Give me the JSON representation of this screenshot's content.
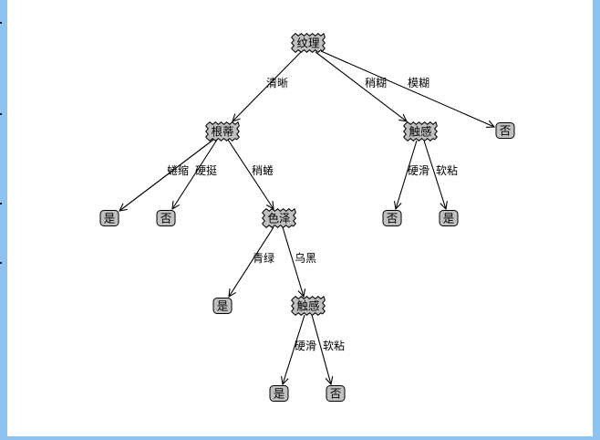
{
  "colors": {
    "window_frame": "#8fc3ef",
    "canvas": "#ffffff",
    "node_fill": "#c0c0c0",
    "stroke": "#000000"
  },
  "tree": {
    "nodes": [
      {
        "id": "root",
        "label": "纹理",
        "kind": "decision"
      },
      {
        "id": "n_gendi",
        "label": "根蒂",
        "kind": "decision"
      },
      {
        "id": "n_chugan1",
        "label": "触感",
        "kind": "decision"
      },
      {
        "id": "leaf_mohu",
        "label": "否",
        "kind": "leaf"
      },
      {
        "id": "leaf_quansuo",
        "label": "是",
        "kind": "leaf"
      },
      {
        "id": "leaf_yingting",
        "label": "否",
        "kind": "leaf"
      },
      {
        "id": "n_seze",
        "label": "色泽",
        "kind": "decision"
      },
      {
        "id": "leaf_yinghua1",
        "label": "否",
        "kind": "leaf"
      },
      {
        "id": "leaf_ruannian1",
        "label": "是",
        "kind": "leaf"
      },
      {
        "id": "leaf_qinglv",
        "label": "是",
        "kind": "leaf"
      },
      {
        "id": "n_chugan2",
        "label": "触感",
        "kind": "decision"
      },
      {
        "id": "leaf_yinghua2",
        "label": "是",
        "kind": "leaf"
      },
      {
        "id": "leaf_ruannian2",
        "label": "否",
        "kind": "leaf"
      }
    ],
    "edges": [
      {
        "from": "root",
        "to": "n_gendi",
        "label": "清晰"
      },
      {
        "from": "root",
        "to": "n_chugan1",
        "label": "稍糊"
      },
      {
        "from": "root",
        "to": "leaf_mohu",
        "label": "模糊"
      },
      {
        "from": "n_gendi",
        "to": "leaf_quansuo",
        "label": "蜷缩"
      },
      {
        "from": "n_gendi",
        "to": "leaf_yingting",
        "label": "硬挺"
      },
      {
        "from": "n_gendi",
        "to": "n_seze",
        "label": "稍蜷"
      },
      {
        "from": "n_chugan1",
        "to": "leaf_yinghua1",
        "label": "硬滑"
      },
      {
        "from": "n_chugan1",
        "to": "leaf_ruannian1",
        "label": "软粘"
      },
      {
        "from": "n_seze",
        "to": "leaf_qinglv",
        "label": "青绿"
      },
      {
        "from": "n_seze",
        "to": "n_chugan2",
        "label": "乌黑"
      },
      {
        "from": "n_chugan2",
        "to": "leaf_yinghua2",
        "label": "硬滑"
      },
      {
        "from": "n_chugan2",
        "to": "leaf_ruannian2",
        "label": "软粘"
      }
    ]
  }
}
